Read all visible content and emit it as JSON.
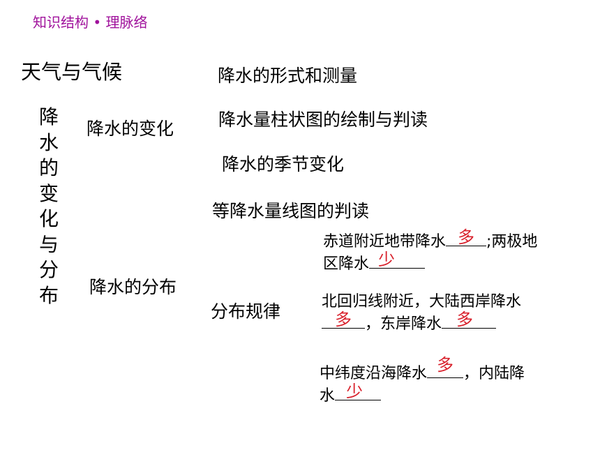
{
  "header": "知识结构 • 理脉络",
  "title": "天气与气候",
  "vertical_title": [
    "降",
    "水",
    "的",
    "变",
    "化",
    "与",
    "分",
    "布"
  ],
  "middle": {
    "change": "降水的变化",
    "distribution": "降水的分布"
  },
  "items": {
    "forms": "降水的形式和测量",
    "bar_chart": "降水量柱状图的绘制与判读",
    "seasonal": "降水的季节变化",
    "isoline": "等降水量线图的判读",
    "rules": "分布规律"
  },
  "rules": {
    "r1_a": "赤道附近地带降水",
    "r1_ans1": "多",
    "r1_b": ";两极地",
    "r1_c": "区降水",
    "r1_ans2": "少",
    "r2_a": "北回归线附近，大陆西岸降水",
    "r2_ans1": "多",
    "r2_b": "，东岸降水",
    "r2_ans2": "多",
    "r3_a": "中纬度沿海降水",
    "r3_ans1": "多",
    "r3_b": "，内陆降",
    "r3_c": "水",
    "r3_ans2": "少"
  },
  "colors": {
    "header": "#a0129c",
    "answer": "#d8202b"
  }
}
